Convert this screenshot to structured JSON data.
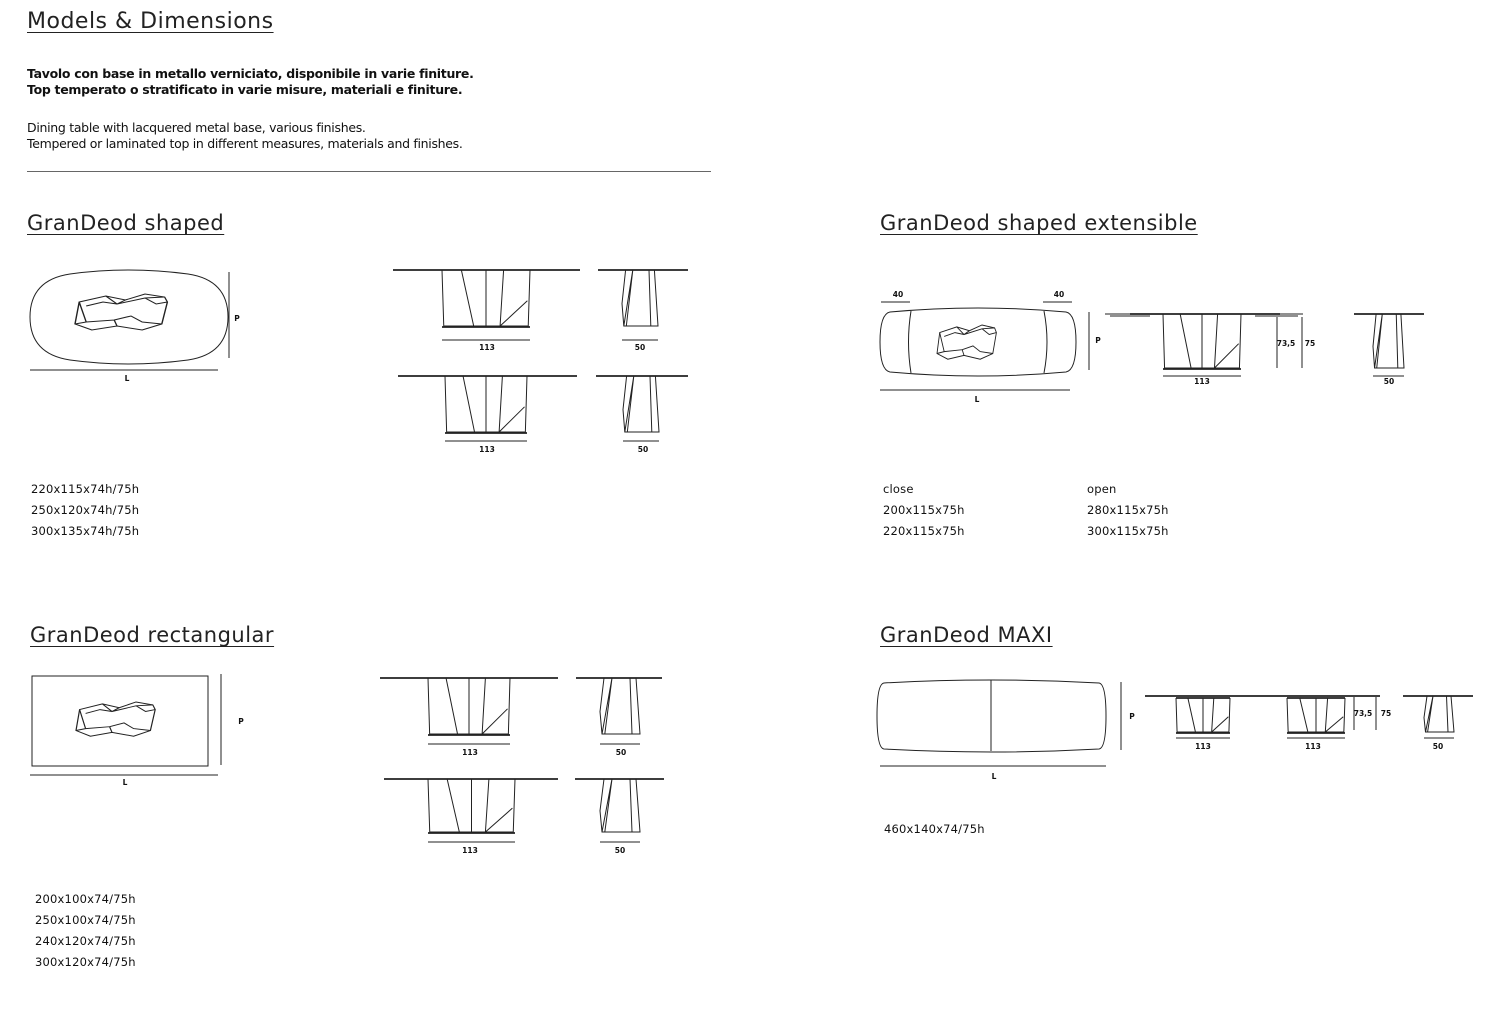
{
  "header": {
    "title": "Models & Dimensions",
    "italian_lines": [
      "Tavolo con base in metallo verniciato, disponibile in varie finiture.",
      "Top temperato o stratificato in varie misure, materiali e finiture."
    ],
    "english_lines": [
      "Dining table with lacquered metal base, various finishes.",
      "Tempered or laminated top in different measures, materials and finishes."
    ]
  },
  "models": {
    "shaped": {
      "title": "GranDeod shaped",
      "labels": {
        "p": "P",
        "l": "L",
        "front1": "113",
        "side1": "50",
        "front2": "113",
        "side2": "50"
      },
      "sizes": [
        "220x115x74h/75h",
        "250x120x74h/75h",
        "300x135x74h/75h"
      ]
    },
    "extensible": {
      "title": "GranDeod shaped extensible",
      "labels": {
        "ext_left": "40",
        "ext_right": "40",
        "p": "P",
        "l": "L",
        "front": "113",
        "h_inner": "73,5",
        "h_outer": "75",
        "side": "50"
      },
      "close_label": "close",
      "open_label": "open",
      "close_sizes": [
        "200x115x75h",
        "220x115x75h"
      ],
      "open_sizes": [
        "280x115x75h",
        "300x115x75h"
      ]
    },
    "rectangular": {
      "title": "GranDeod rectangular",
      "labels": {
        "p": "P",
        "l": "L",
        "front1": "113",
        "side1": "50",
        "front2": "113",
        "side2": "50"
      },
      "sizes": [
        "200x100x74/75h",
        "250x100x74/75h",
        "240x120x74/75h",
        "300x120x74/75h"
      ]
    },
    "maxi": {
      "title": "GranDeod MAXI",
      "labels": {
        "p": "P",
        "l": "L",
        "front1": "113",
        "front2": "113",
        "h_inner": "73,5",
        "h_outer": "75",
        "side": "50"
      },
      "sizes": [
        "460x140x74/75h"
      ]
    }
  }
}
